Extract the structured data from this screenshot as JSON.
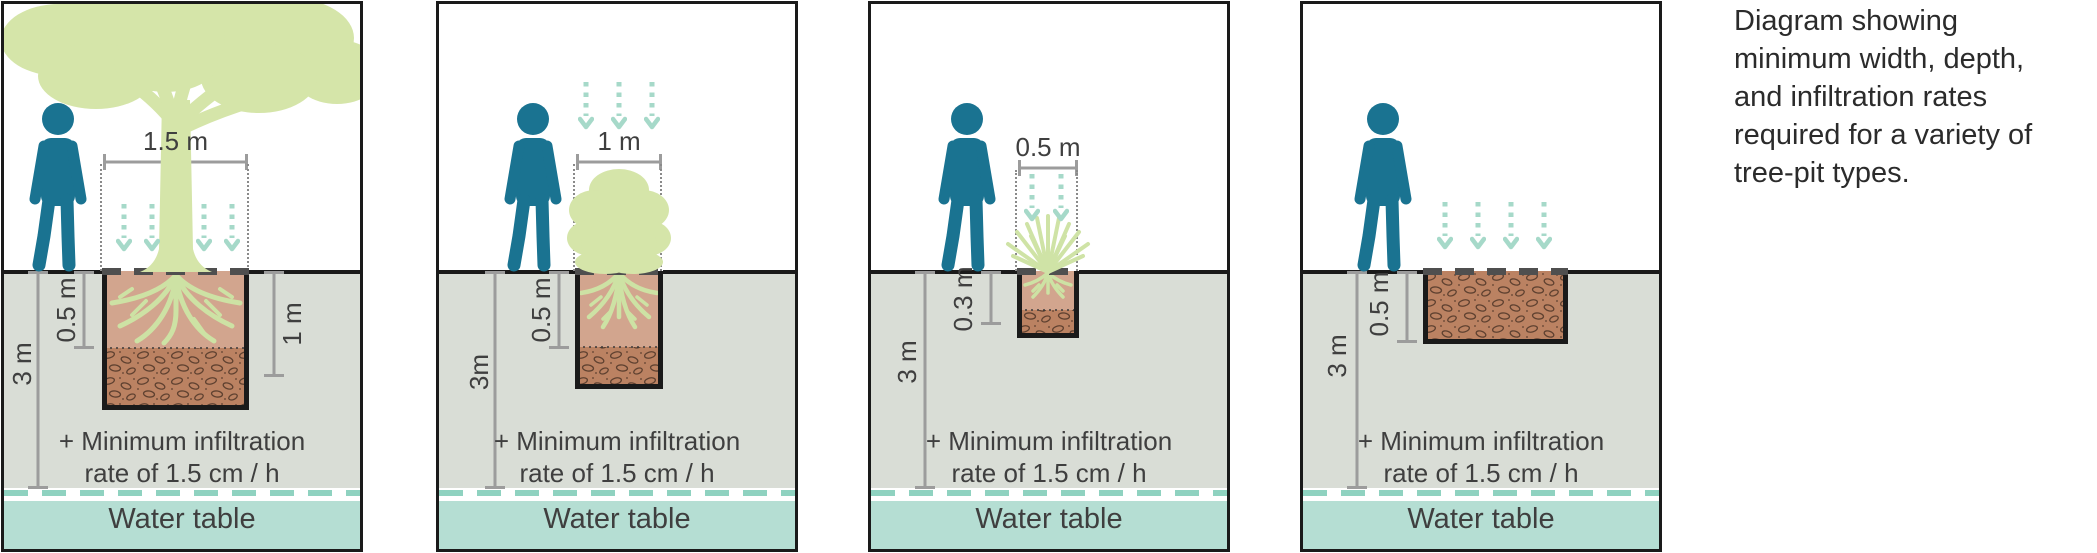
{
  "caption": {
    "lines": [
      "Diagram showing",
      "minimum width, depth,",
      "and infiltration rates",
      "required for a variety of",
      "tree-pit types."
    ]
  },
  "shared": {
    "infiltration_line1": "+ Minimum infiltration",
    "infiltration_line2": "rate of 1.5 cm / h",
    "water_table_label": "Water table"
  },
  "panels": [
    {
      "name": "large-tree-pit",
      "vegetation": "tree",
      "arrow_count": 4,
      "width_label": "1.5 m",
      "root_zone_depth_label": "0.5 m",
      "pit_depth_label": "1 m",
      "water_table_depth_label": "3 m"
    },
    {
      "name": "shrub-pit",
      "vegetation": "shrub",
      "arrow_count": 3,
      "width_label": "1 m",
      "root_zone_depth_label": "0.5 m",
      "water_table_depth_label": "3m"
    },
    {
      "name": "small-shrub-pit",
      "vegetation": "grass-tuft",
      "arrow_count": 2,
      "width_label": "0.5 m",
      "root_zone_depth_label": "0.3 m",
      "water_table_depth_label": "3 m"
    },
    {
      "name": "unplanted-pit",
      "vegetation": "none",
      "arrow_count": 4,
      "root_zone_depth_label": "0.5 m",
      "water_table_depth_label": "3 m"
    }
  ],
  "colors": {
    "person": "#1a7391",
    "vegetation_green": "#d5e5a9",
    "root_green": "#cde2a4",
    "soil_gray": "#d9ddd6",
    "root_zone_tan": "#d2a58e",
    "gravel_brown": "#bb8262",
    "gravel_outline": "#5f4130",
    "water_teal": "#b5ded3",
    "water_dash_teal": "#8fd2c0",
    "arrow_teal": "#a6d9c9",
    "dimension_gray": "#9c9c9c",
    "text_dark": "#3f3f3f",
    "border_black": "#1a1a1a"
  }
}
